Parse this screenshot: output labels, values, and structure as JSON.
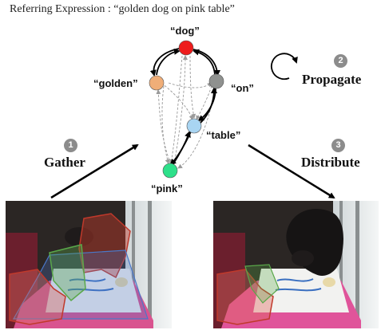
{
  "caption": "Referring Expression : “golden dog on pink table”",
  "nodes": {
    "dog": {
      "label": "“dog”",
      "color": "#ee1c1c"
    },
    "golden": {
      "label": "“golden”",
      "color": "#f0ae78"
    },
    "on": {
      "label": "“on”",
      "color": "#8f918f"
    },
    "table": {
      "label": "“table”",
      "color": "#a9d5f2"
    },
    "pink": {
      "label": "“pink”",
      "color": "#2ee08a"
    }
  },
  "steps": {
    "gather": {
      "number": "1",
      "title": "Gather"
    },
    "propagate": {
      "number": "2",
      "title": "Propagate"
    },
    "distribute": {
      "number": "3",
      "title": "Distribute"
    }
  },
  "colors": {
    "mask_red": "#c0392b",
    "mask_green": "#5aa84a",
    "mask_blue": "#4a78c8",
    "arrow": "#000000",
    "dashed_edge": "#9a9a9a"
  }
}
